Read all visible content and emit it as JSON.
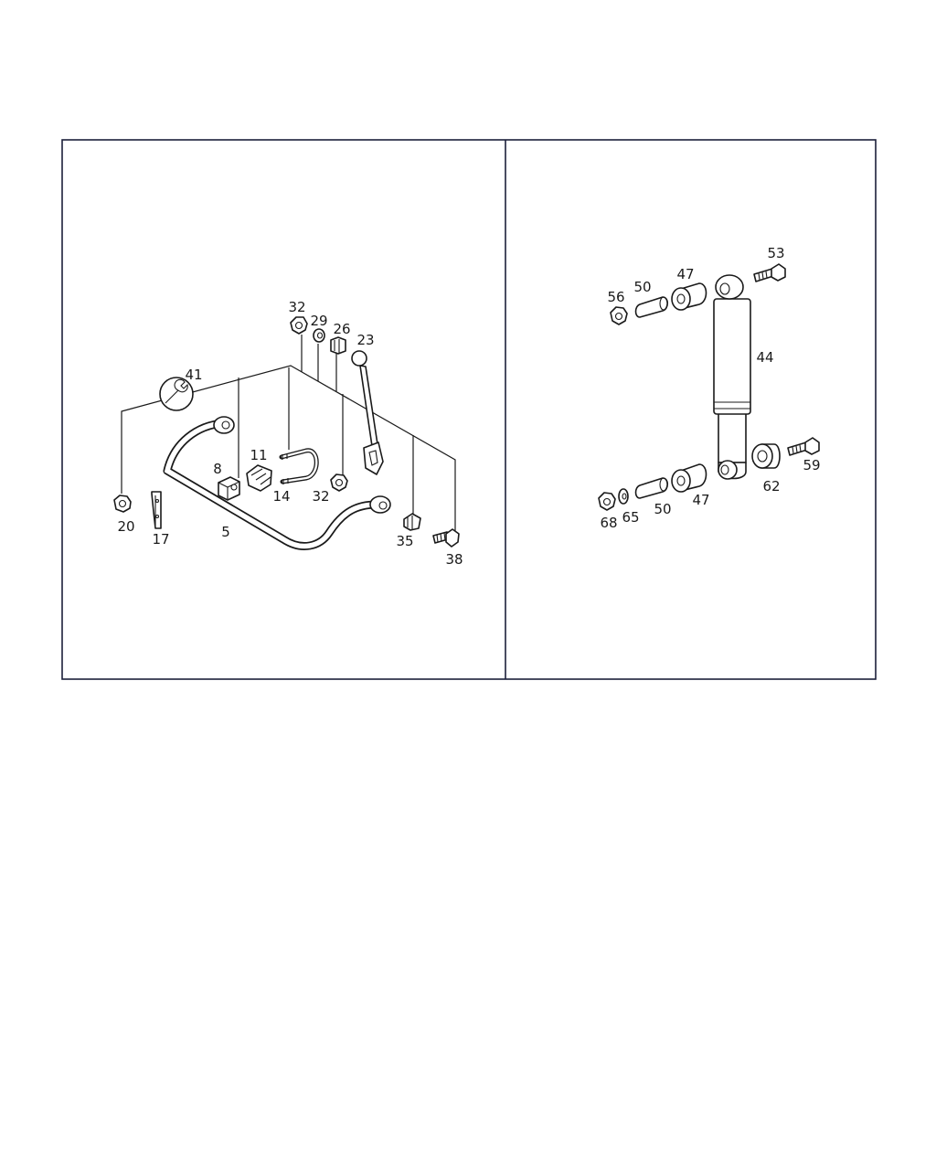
{
  "panels": [
    {
      "id": "stabilizer",
      "callouts": [
        "32",
        "29",
        "26",
        "23",
        "41",
        "11",
        "8",
        "14",
        "32",
        "20",
        "17",
        "5",
        "35",
        "38"
      ]
    },
    {
      "id": "shock-absorber",
      "callouts": [
        "53",
        "47",
        "50",
        "56",
        "44",
        "59",
        "62",
        "68",
        "65",
        "50",
        "47"
      ]
    }
  ],
  "icons": [
    "wrench-icon"
  ]
}
